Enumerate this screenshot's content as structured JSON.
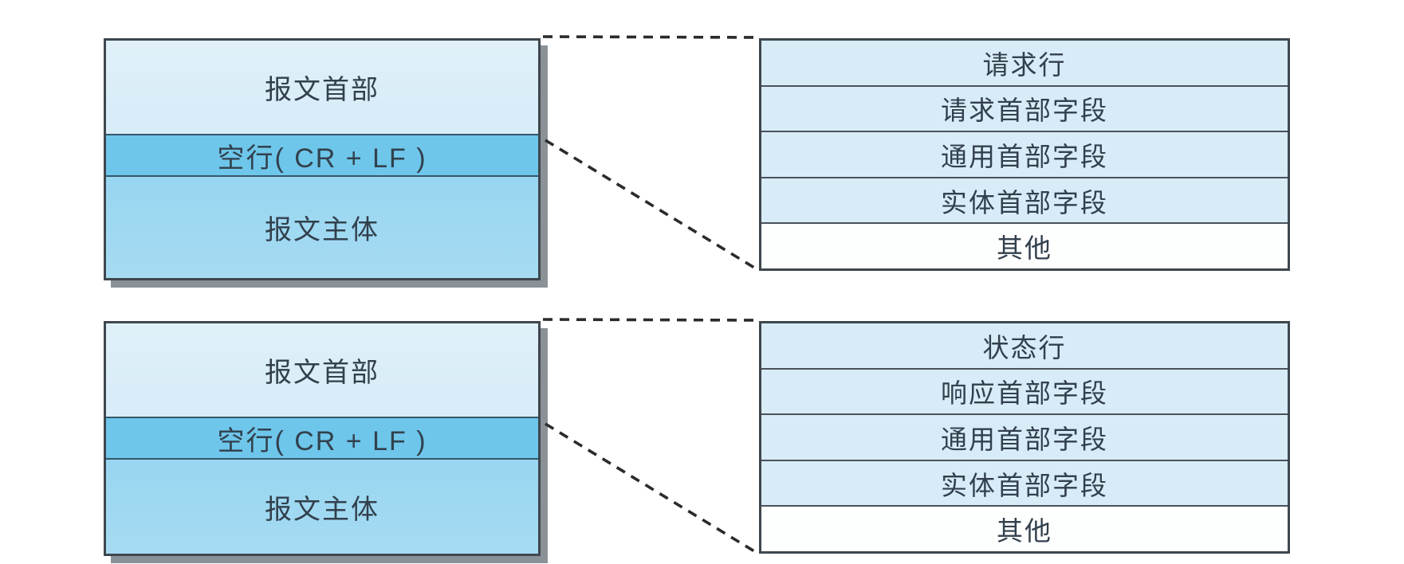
{
  "colors": {
    "left_header_bg": "#d9edf8",
    "left_blank_bg": "#6ec6ea",
    "left_body_bg": "#8dd1ef",
    "right_row_bg": "#d8ecf8",
    "right_other_bg": "#fdfefe",
    "box_border": "#3e474d",
    "shadow": "#8a9298",
    "text": "#32404d",
    "connector": "#2b2b2b"
  },
  "request": {
    "left": {
      "rows": [
        "报文首部",
        "空行( CR + LF )",
        "报文主体"
      ]
    },
    "right": {
      "rows": [
        "请求行",
        "请求首部字段",
        "通用首部字段",
        "实体首部字段",
        "其他"
      ]
    }
  },
  "response": {
    "left": {
      "rows": [
        "报文首部",
        "空行( CR + LF )",
        "报文主体"
      ]
    },
    "right": {
      "rows": [
        "状态行",
        "响应首部字段",
        "通用首部字段",
        "实体首部字段",
        "其他"
      ]
    }
  }
}
